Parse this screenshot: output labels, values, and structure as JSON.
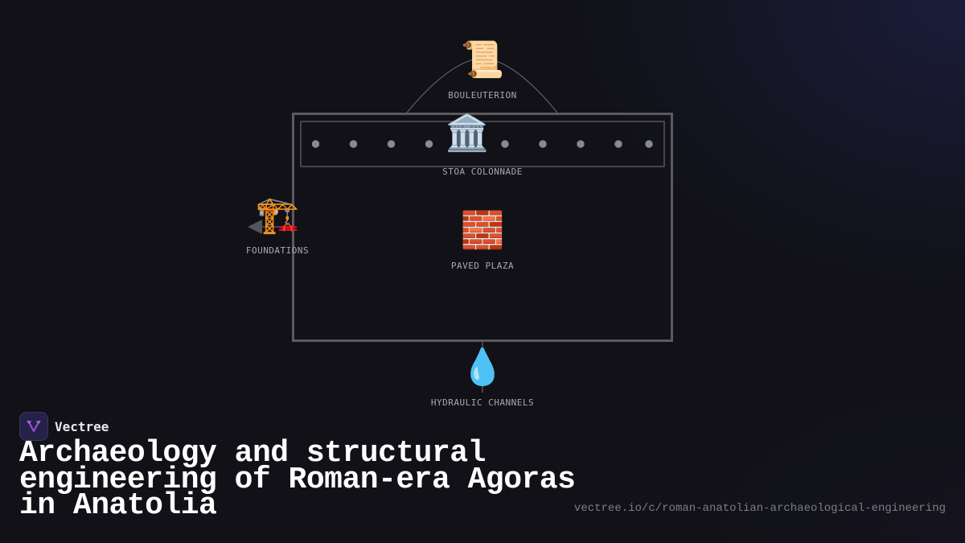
{
  "brand": {
    "name": "Vectree",
    "logo_icon": "vectree-branch-logo",
    "logo_color": "#9a4fd8"
  },
  "title": {
    "lines": [
      "Archaeology and structural",
      "engineering of Roman-era Agoras",
      "in Anatolia"
    ]
  },
  "url": "vectree.io/c/roman-anatolian-archaeological-engineering",
  "diagram": {
    "nodes": [
      {
        "id": "bouleuterion",
        "label": "BOULEUTERION",
        "icon": "scroll-icon",
        "glyph": "📜"
      },
      {
        "id": "stoa",
        "label": "STOA COLONNADE",
        "icon": "classical-building-icon",
        "glyph": "🏛️"
      },
      {
        "id": "foundations",
        "label": "FOUNDATIONS",
        "icon": "construction-crane-icon",
        "glyph": "🏗️"
      },
      {
        "id": "plaza",
        "label": "PAVED PLAZA",
        "icon": "brick-icon",
        "glyph": "🧱"
      },
      {
        "id": "hydraulic",
        "label": "HYDRAULIC CHANNELS",
        "icon": "droplet-icon",
        "glyph": "💧"
      }
    ],
    "colonnade_columns": 10,
    "colors": {
      "frame": "#5a5a5e",
      "column_dot": "#8a8a8e",
      "arc": "#6a6a70",
      "label": "#a8a8ae"
    }
  }
}
